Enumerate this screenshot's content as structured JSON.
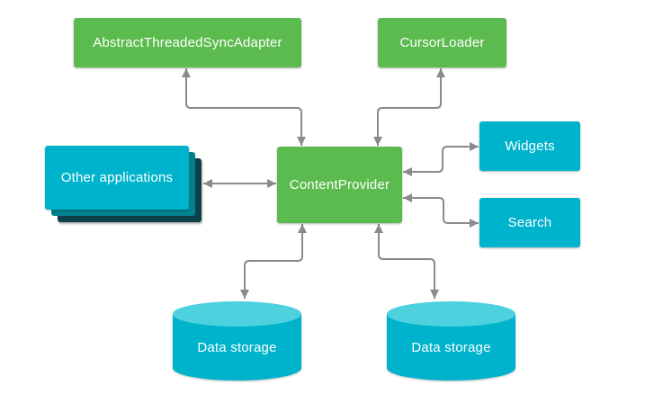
{
  "diagram": {
    "description": "ContentProvider architecture diagram",
    "nodes": {
      "sync_adapter": {
        "label": "AbstractThreadedSyncAdapter",
        "shape": "rectangle",
        "color": "#5CBB4E"
      },
      "cursor_loader": {
        "label": "CursorLoader",
        "shape": "rectangle",
        "color": "#5CBB4E"
      },
      "content_provider": {
        "label": "ContentProvider",
        "shape": "rectangle",
        "color": "#5CBB4E"
      },
      "other_apps": {
        "label": "Other applications",
        "shape": "stacked-cards",
        "color": "#00B3CC"
      },
      "widgets": {
        "label": "Widgets",
        "shape": "rectangle",
        "color": "#00B3CC"
      },
      "search": {
        "label": "Search",
        "shape": "rectangle",
        "color": "#00B3CC"
      },
      "data_storage_left": {
        "label": "Data storage",
        "shape": "cylinder",
        "color": "#00B3CC"
      },
      "data_storage_right": {
        "label": "Data storage",
        "shape": "cylinder",
        "color": "#00B3CC"
      }
    },
    "edges": [
      {
        "from": "sync_adapter",
        "to": "content_provider",
        "style": "bidirectional-elbow"
      },
      {
        "from": "cursor_loader",
        "to": "content_provider",
        "style": "bidirectional-elbow"
      },
      {
        "from": "other_apps",
        "to": "content_provider",
        "style": "bidirectional-straight"
      },
      {
        "from": "content_provider",
        "to": "widgets",
        "style": "bidirectional-elbow"
      },
      {
        "from": "content_provider",
        "to": "search",
        "style": "bidirectional-elbow"
      },
      {
        "from": "content_provider",
        "to": "data_storage_left",
        "style": "bidirectional-elbow"
      },
      {
        "from": "content_provider",
        "to": "data_storage_right",
        "style": "bidirectional-elbow"
      }
    ],
    "colors": {
      "component_green": "#5CBB4E",
      "component_cyan": "#00B3CC",
      "cylinder_top_cyan": "#4ED1DE",
      "stack_mid_teal": "#00828F",
      "stack_back_teal": "#0E4049",
      "connector_gray": "#8A8A8A",
      "label_text": "#FFFFFF",
      "background": "#FFFFFF"
    }
  }
}
